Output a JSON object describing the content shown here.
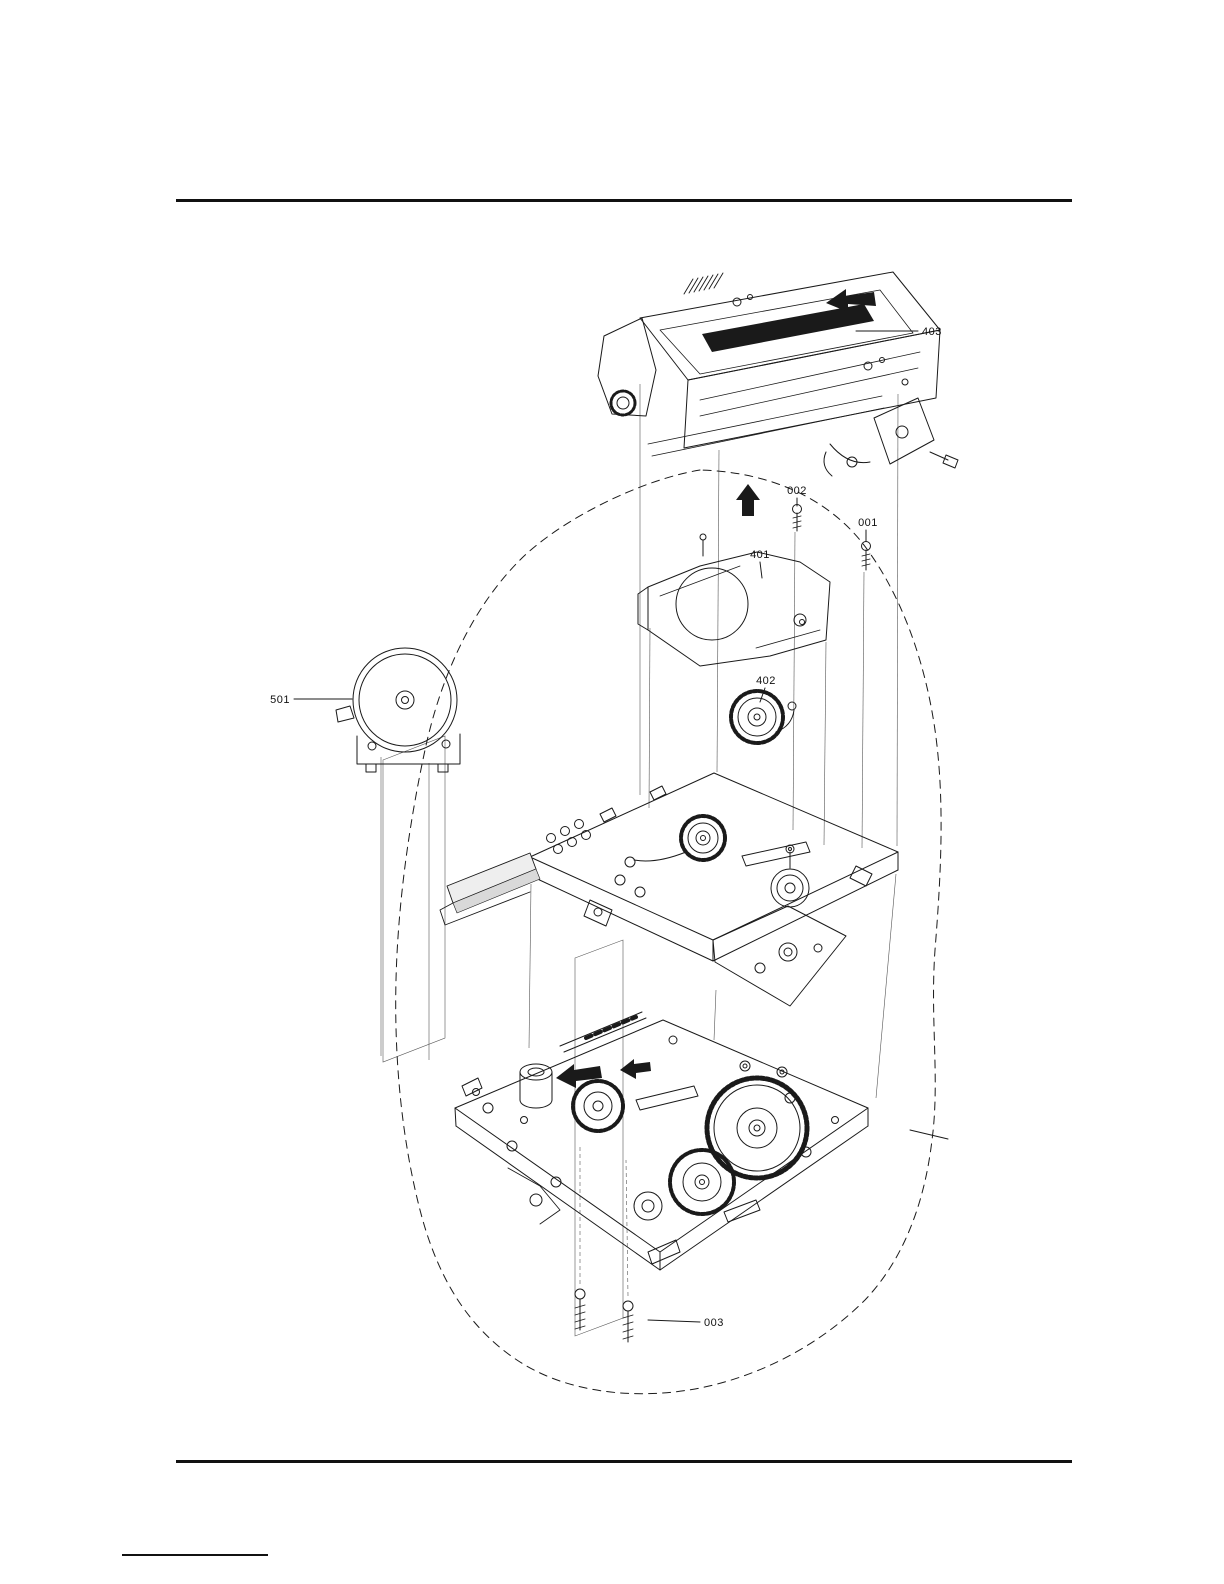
{
  "style": {
    "ink": "#1a1a1a",
    "paper": "#ffffff"
  },
  "figure": {
    "kind": "exploded-view-mechanism-diagram",
    "callouts": [
      {
        "part": "cassette-holder-assembly",
        "text": "403"
      },
      {
        "part": "screw-upper-left",
        "text": "002"
      },
      {
        "part": "screw-upper-right",
        "text": "001"
      },
      {
        "part": "bracket-plate",
        "text": "401"
      },
      {
        "part": "cam-gear",
        "text": "402"
      },
      {
        "part": "reel-motor-assembly",
        "text": "501"
      },
      {
        "part": "screws-bottom",
        "text": "003"
      }
    ]
  }
}
